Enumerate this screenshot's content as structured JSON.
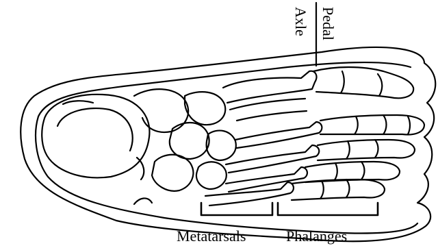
{
  "labels": {
    "pedal": "Pedal",
    "axle": "Axle",
    "metatarsals": "Metatarsals",
    "phalanges": "Phalanges"
  },
  "colors": {
    "ink": "#000000",
    "background": "#ffffff"
  }
}
